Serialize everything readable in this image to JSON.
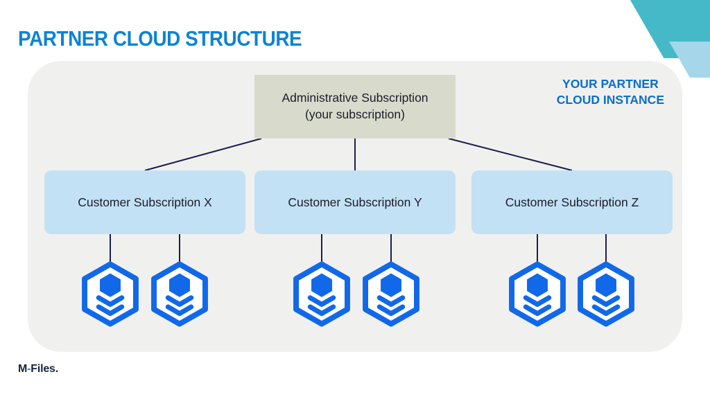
{
  "page": {
    "title": "PARTNER CLOUD STRUCTURE"
  },
  "logo": {
    "m": "M",
    "dash": "-",
    "rest": "Files."
  },
  "diagram": {
    "instance_label_line1": "YOUR PARTNER",
    "instance_label_line2": "CLOUD INSTANCE",
    "admin_box": {
      "line1": "Administrative Subscription",
      "line2": "(your subscription)"
    },
    "customers": [
      {
        "label": "Customer Subscription X"
      },
      {
        "label": "Customer Subscription Y"
      },
      {
        "label": "Customer Subscription Z"
      }
    ],
    "vault_icon_name": "vault-icon",
    "vaults_per_customer": 2
  },
  "colors": {
    "title_blue": "#0b84d5",
    "instance_label_blue": "#0a6fce",
    "admin_box_bg": "#d8dbcc",
    "customer_box_bg": "#c3e1f5",
    "container_bg": "#f0f0ee",
    "connector_line": "#1c1c4e",
    "vault_blue": "#1168e8",
    "corner_teal": "#46b9c9",
    "corner_light_blue": "#a5d6ea",
    "logo_navy": "#16243d"
  }
}
